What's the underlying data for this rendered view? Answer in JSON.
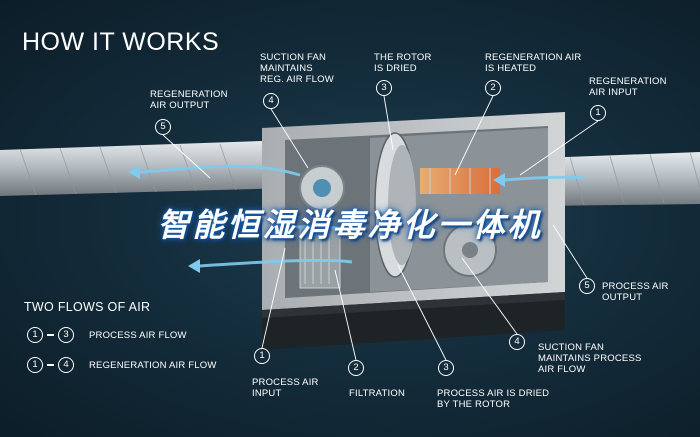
{
  "header": {
    "title": "HOW IT WORKS"
  },
  "callouts": {
    "c5_top": {
      "num": "5",
      "label": "REGENERATION\nAIR OUTPUT"
    },
    "c4_top": {
      "num": "4",
      "label": "SUCTION FAN\nMAINTAINS\nREG. AIR FLOW"
    },
    "c3_top": {
      "num": "3",
      "label": "THE ROTOR\nIS DRIED"
    },
    "c2_top": {
      "num": "2",
      "label": "REGENERATION AIR\nIS HEATED"
    },
    "c1_top": {
      "num": "1",
      "label": "REGENERATION\nAIR INPUT"
    },
    "c5_right": {
      "num": "5",
      "label": "PROCESS AIR\nOUTPUT"
    },
    "c4_bottom": {
      "num": "4",
      "label": "SUCTION FAN\nMAINTAINS PROCESS\nAIR FLOW"
    },
    "c1_bottom": {
      "num": "1",
      "label": "PROCESS AIR\nINPUT"
    },
    "c2_bottom": {
      "num": "2",
      "label": "FILTRATION"
    },
    "c3_bottom": {
      "num": "3",
      "label": "PROCESS AIR IS DRIED\nBY THE ROTOR"
    }
  },
  "legend": {
    "title": "TWO FLOWS OF AIR",
    "items": [
      {
        "from": "1",
        "to": "3",
        "label": "PROCESS AIR FLOW"
      },
      {
        "from": "1",
        "to": "4",
        "label": "REGENERATION AIR FLOW"
      }
    ]
  },
  "overlay_text": "智能恒湿消毒净化一体机",
  "colors": {
    "background": "#142d3c",
    "accent_blue": "#6ec4ec",
    "heat_orange": "#f08a3c"
  }
}
